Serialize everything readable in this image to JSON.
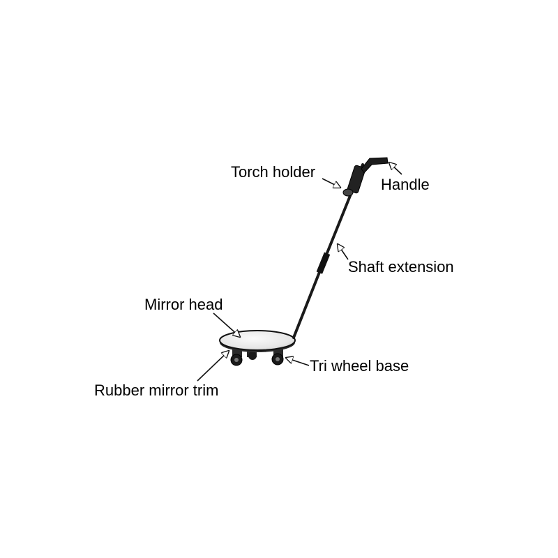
{
  "labels": {
    "torch_holder": "Torch holder",
    "handle": "Handle",
    "shaft_extension": "Shaft extension",
    "mirror_head": "Mirror head",
    "tri_wheel_base": "Tri wheel base",
    "rubber_mirror_trim": "Rubber mirror trim"
  },
  "colors": {
    "background": "#ffffff",
    "shaft": "#1a1a1a",
    "mirror_surface": "#efefef",
    "outline": "#111111"
  }
}
